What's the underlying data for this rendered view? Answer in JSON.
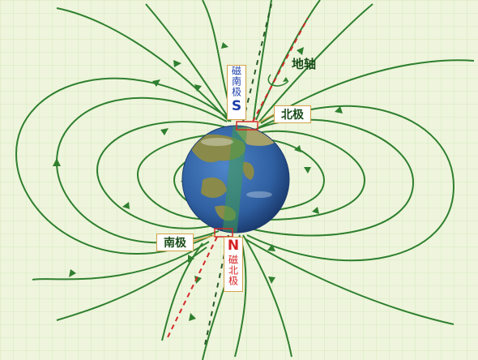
{
  "labels": {
    "earth_axis": "地轴",
    "geographic_north": "北极",
    "geographic_south": "南极",
    "magnetic_south_letter": "S",
    "magnetic_south_text": "磁南极",
    "magnetic_north_letter": "N",
    "magnetic_north_text": "磁北极"
  },
  "colors": {
    "background": "#eef5dc",
    "grid": "#d7e6bf",
    "field_line": "#2f7f2f",
    "earth_axis": "#d22a2a",
    "magnetic_axis": "#2a5a2a",
    "magnetic_south_letter": "#1c3fa8",
    "magnetic_north_letter": "#d41f1f",
    "label_box_border": "#d2a24a",
    "label_text": "#1a4d1a",
    "ocean": "#2f5fa0",
    "land": "#8a8a4a"
  },
  "icons": [
    "globe-icon",
    "axis-rotation-arrow-icon",
    "field-arrow-icon"
  ]
}
